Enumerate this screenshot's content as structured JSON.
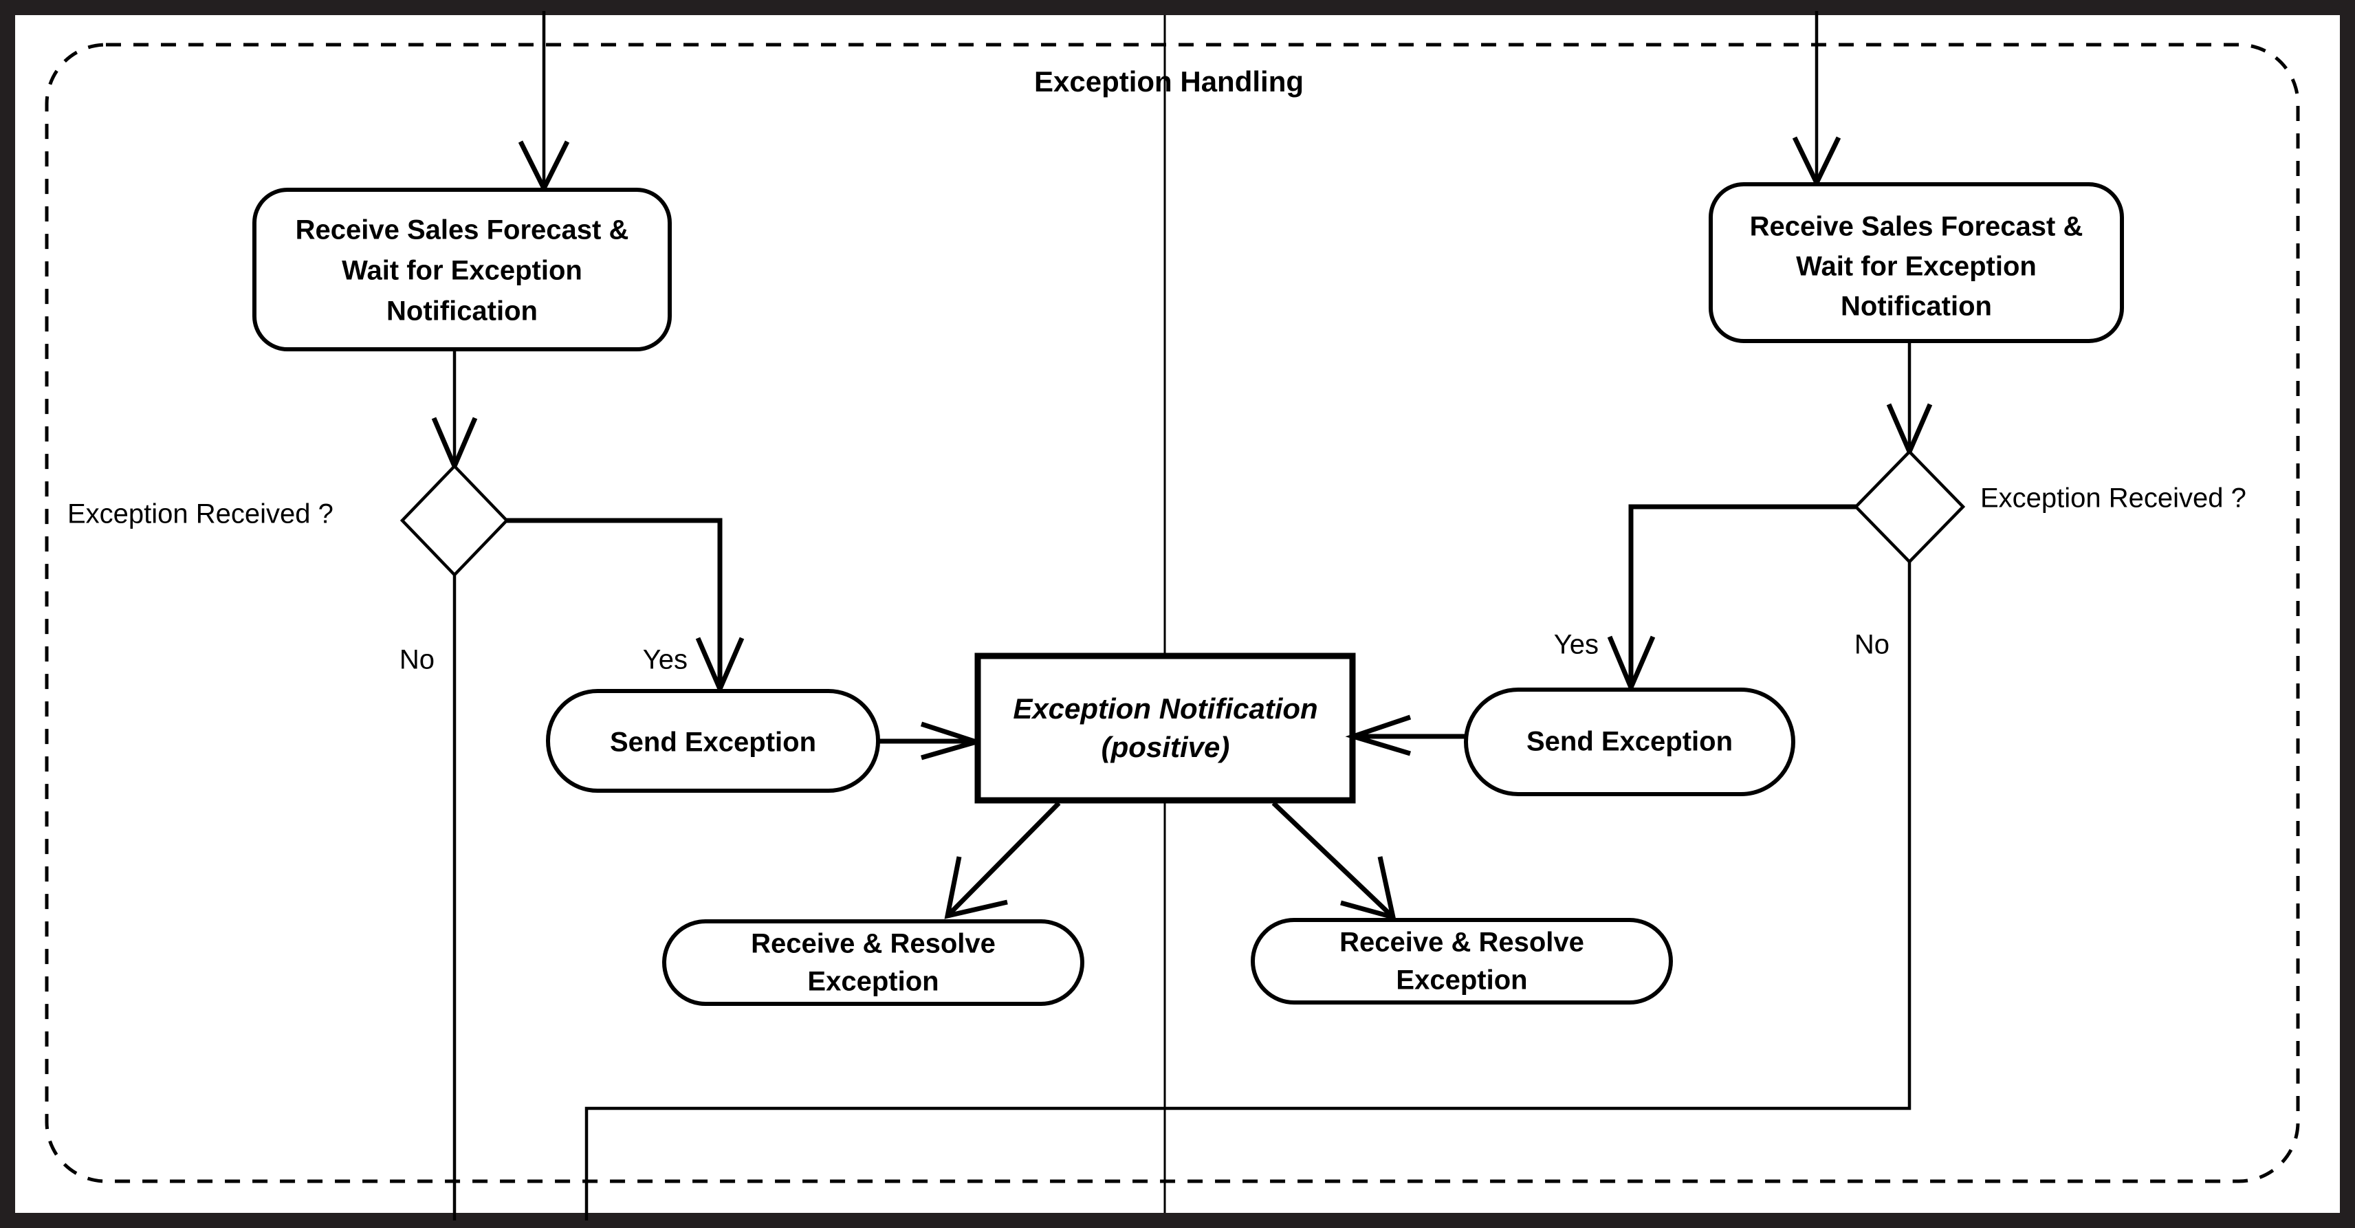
{
  "diagram": {
    "kind": "uml-activity-diagram",
    "partition": {
      "title": "Exception Handling",
      "boundary_style": "dashed-rounded-rectangle"
    },
    "colors": {
      "frame": "#231f20",
      "stroke": "#000000",
      "fill": "#ffffff"
    },
    "lanes": [
      {
        "id": "left-lane",
        "name": "left"
      },
      {
        "id": "right-lane",
        "name": "right"
      }
    ],
    "nodes": {
      "left_receive": {
        "type": "action",
        "lines": [
          "Receive Sales Forecast &",
          "Wait for Exception",
          "Notification"
        ]
      },
      "right_receive": {
        "type": "action",
        "lines": [
          "Receive Sales Forecast &",
          "Wait for Exception",
          "Notification"
        ]
      },
      "left_decision": {
        "type": "decision",
        "question": "Exception Received ?",
        "branches": [
          "No",
          "Yes"
        ]
      },
      "right_decision": {
        "type": "decision",
        "question": "Exception Received ?",
        "branches": [
          "Yes",
          "No"
        ]
      },
      "left_send": {
        "type": "action",
        "lines": [
          "Send Exception"
        ]
      },
      "right_send": {
        "type": "action",
        "lines": [
          "Send Exception"
        ]
      },
      "notification_object": {
        "type": "object",
        "lines": [
          "Exception Notification",
          "(positive)"
        ]
      },
      "left_resolve": {
        "type": "action",
        "lines": [
          "Receive & Resolve",
          "Exception"
        ]
      },
      "right_resolve": {
        "type": "action",
        "lines": [
          "Receive & Resolve",
          "Exception"
        ]
      }
    },
    "edge_labels": {
      "left_no": "No",
      "left_yes": "Yes",
      "right_yes": "Yes",
      "right_no": "No"
    },
    "questions": {
      "left": "Exception Received ?",
      "right": "Exception Received ?"
    }
  }
}
